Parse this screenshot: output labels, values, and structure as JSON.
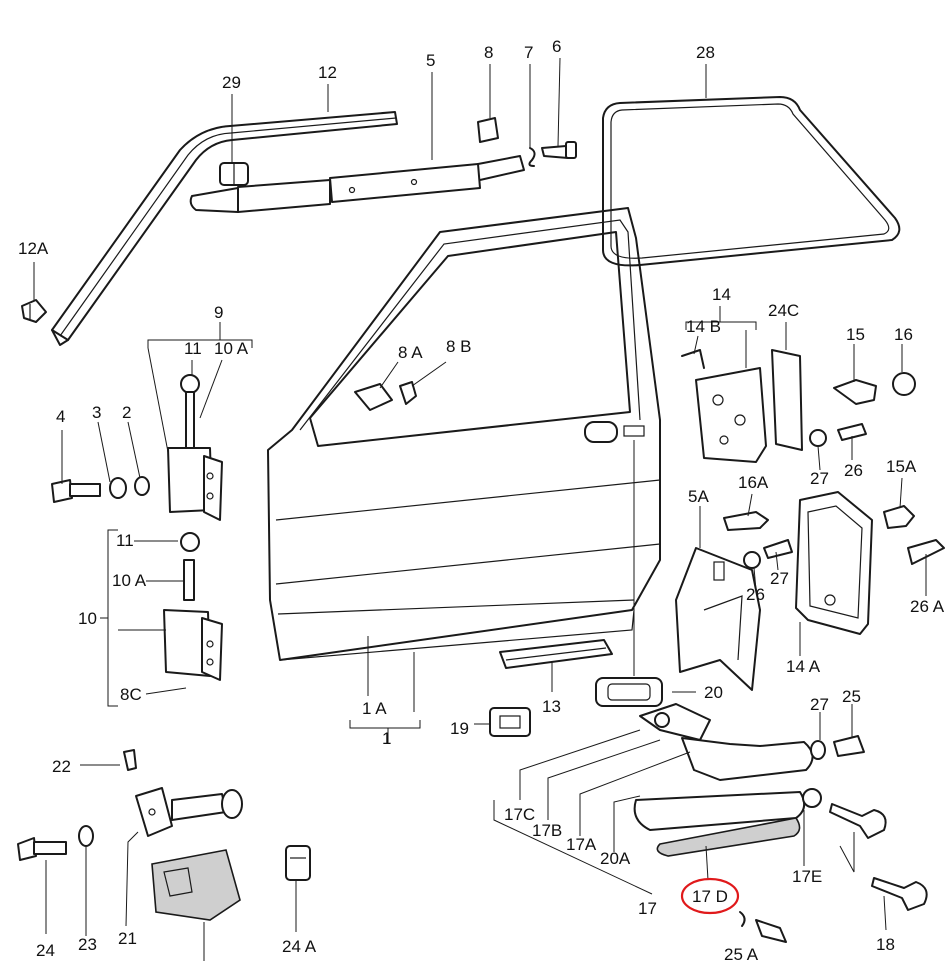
{
  "labels": {
    "l28": "28",
    "l29": "29",
    "l12": "12",
    "l5": "5",
    "l8": "8",
    "l7": "7",
    "l6": "6",
    "l12A": "12A",
    "l9": "9",
    "l11a": "11",
    "l10Aa": "10 A",
    "l4": "4",
    "l3": "3",
    "l2": "2",
    "l11b": "11",
    "l10Ab": "10 A",
    "l10": "10",
    "l8C": "8C",
    "l8A": "8 A",
    "l8B": "8 B",
    "l14": "14",
    "l14B": "14 B",
    "l24C": "24C",
    "l15": "15",
    "l16": "16",
    "l27a": "27",
    "l26a": "26",
    "l16A": "16A",
    "l15A": "15A",
    "l5A": "5A",
    "l26b": "26",
    "l27b": "27",
    "l26A": "26 A",
    "l14A": "14 A",
    "l1A": "1 A",
    "l1": "1",
    "l13": "13",
    "l20": "20",
    "l19": "19",
    "l27c": "27",
    "l25": "25",
    "l17C": "17C",
    "l17B": "17B",
    "l17A": "17A",
    "l20A": "20A",
    "l17E": "17E",
    "l17": "17",
    "l17D": "17 D",
    "l25A": "25 A",
    "l22": "22",
    "l24": "24",
    "l23": "23",
    "l21": "21",
    "l24A": "24 A",
    "l18": "18"
  },
  "highlight_color": "#e0191b",
  "icons": [
    "door-panel-icon",
    "window-seal-icon",
    "door-lock-icon",
    "door-hinge-icon",
    "door-handle-icon",
    "key-icon",
    "door-check-strap-icon",
    "bolt-icon"
  ]
}
